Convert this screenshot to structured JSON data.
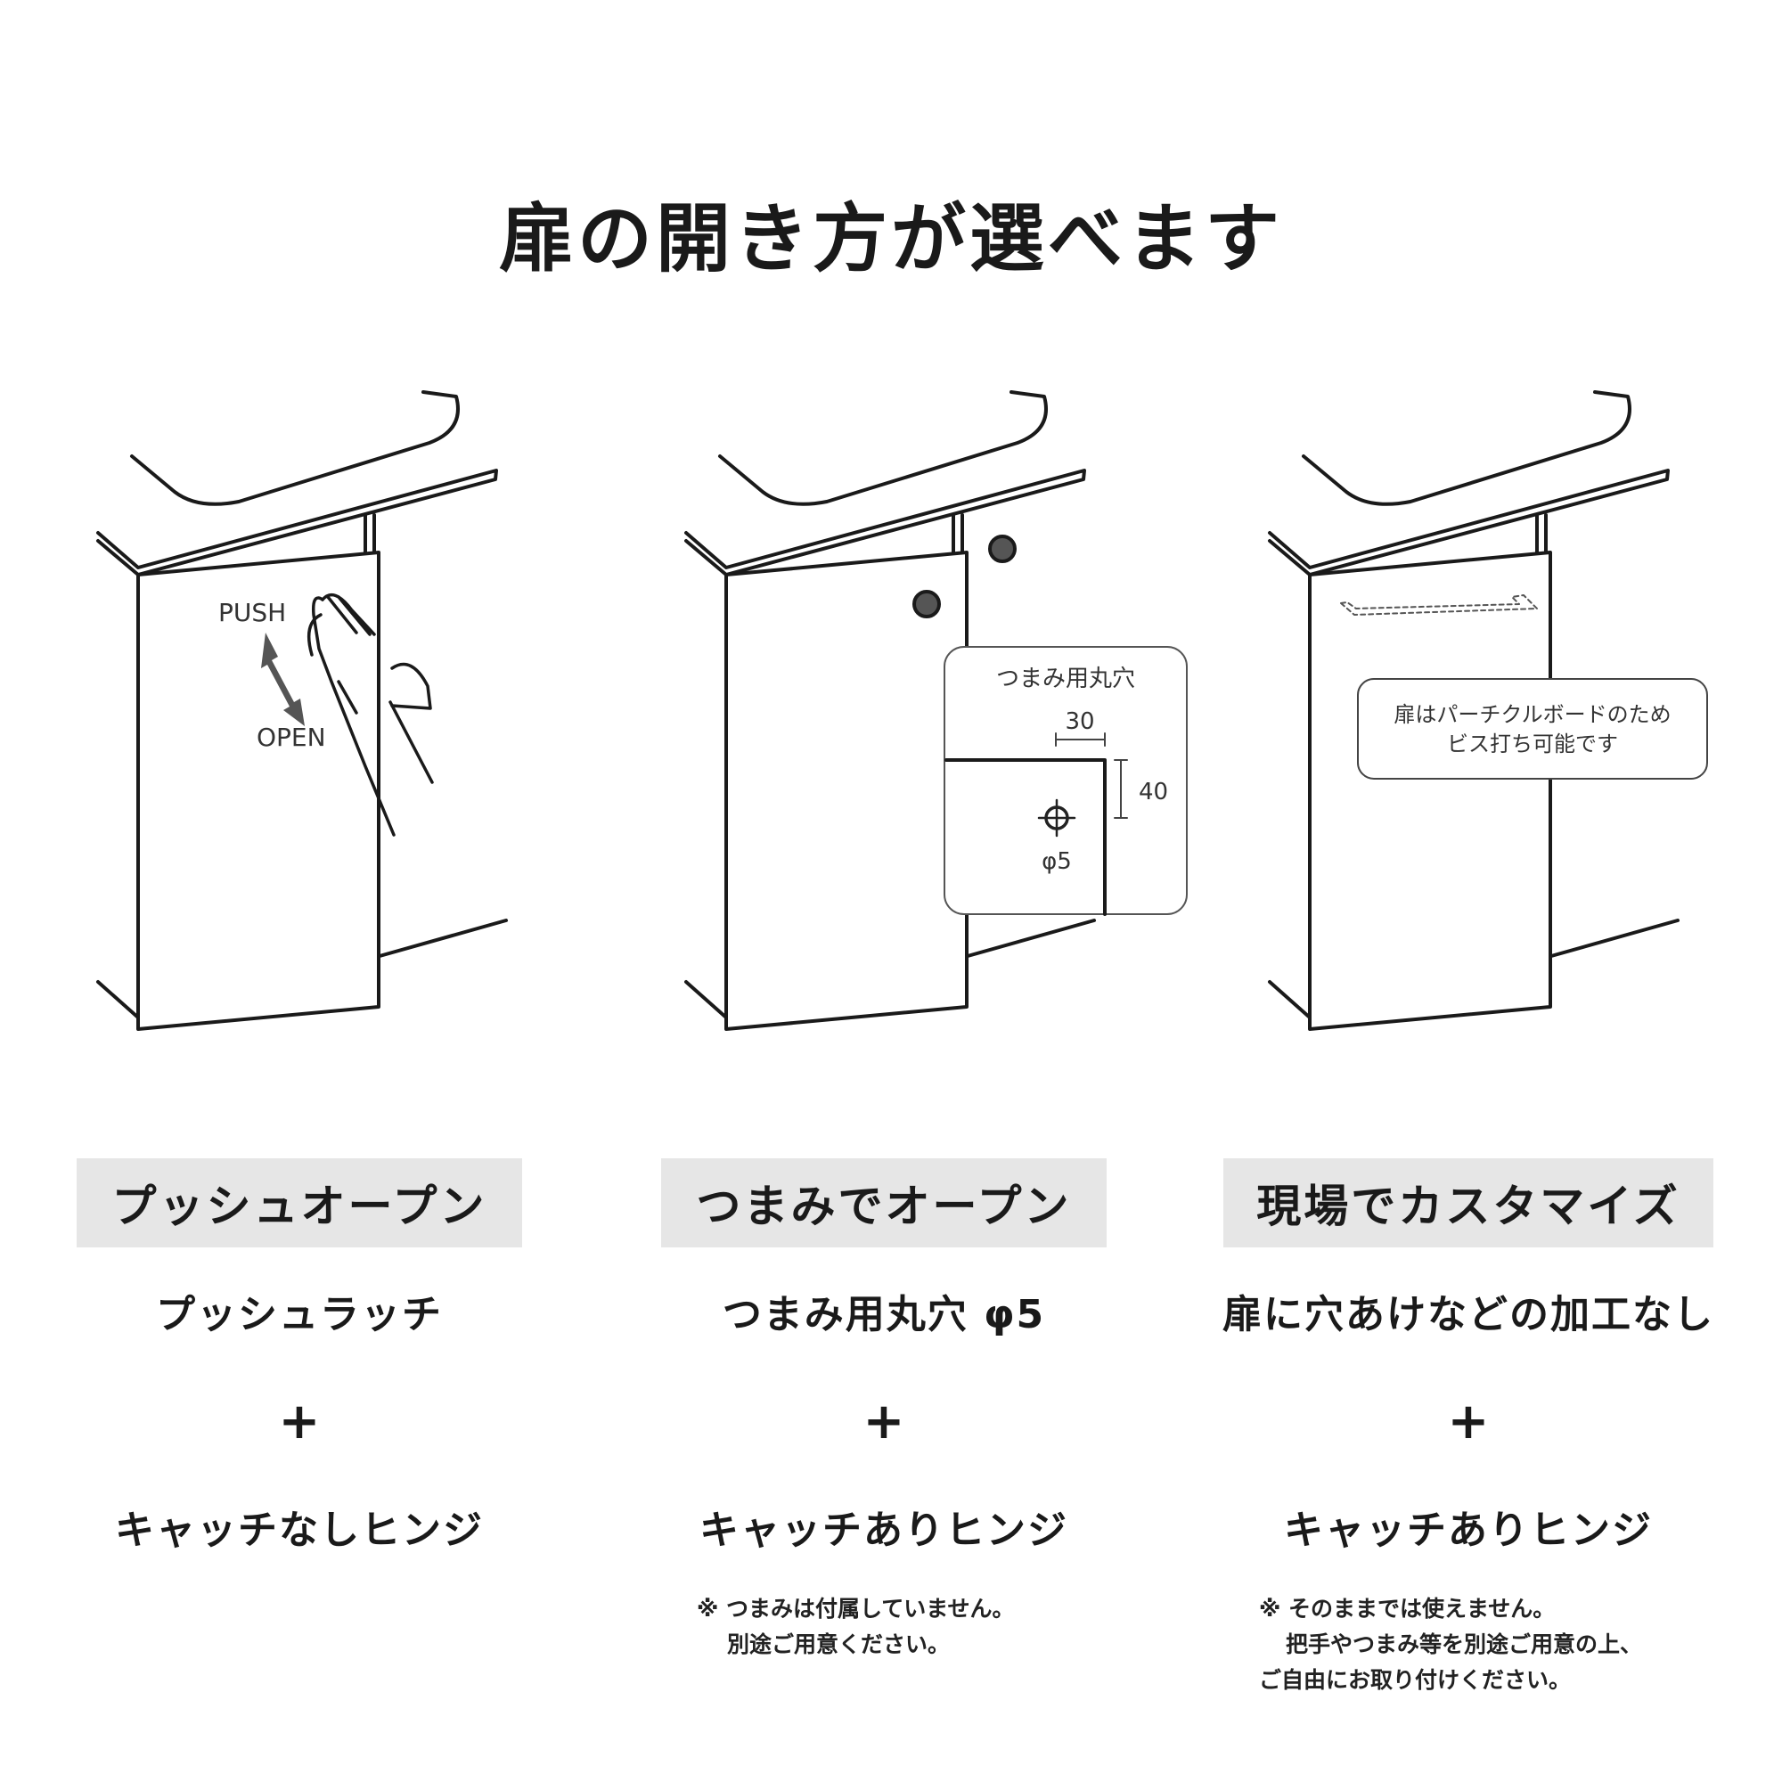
{
  "title": "扉の開き方が選べます",
  "illustrations": {
    "push": {
      "push_label": "PUSH",
      "open_label": "OPEN"
    },
    "knob": {
      "callout_title": "つまみ用丸穴",
      "dim_horizontal": "30",
      "dim_vertical": "40",
      "hole_diameter": "φ5"
    },
    "custom": {
      "callout_line1": "扉はパーチクルボードのため",
      "callout_line2": "ビス打ち可能です"
    }
  },
  "options": [
    {
      "heading": "プッシュオープン",
      "feature": "プッシュラッチ",
      "plus": "+",
      "hinge": "キャッチなしヒンジ",
      "note": []
    },
    {
      "heading": "つまみでオープン",
      "feature": "つまみ用丸穴 φ5",
      "plus": "+",
      "hinge": "キャッチありヒンジ",
      "note": [
        "※ つまみは付属していません。",
        "別途ご用意ください。"
      ]
    },
    {
      "heading": "現場でカスタマイズ",
      "feature": "扉に穴あけなどの加工なし",
      "plus": "+",
      "hinge": "キャッチありヒンジ",
      "note": [
        "※ そのままでは使えません。",
        "把手やつまみ等を別途ご用意の上、",
        "ご自由にお取り付けください。"
      ]
    }
  ],
  "colors": {
    "heading_band": "#e6e6e6",
    "line": "#1a1a1a",
    "arrow": "#555555",
    "knob": "#555555"
  }
}
